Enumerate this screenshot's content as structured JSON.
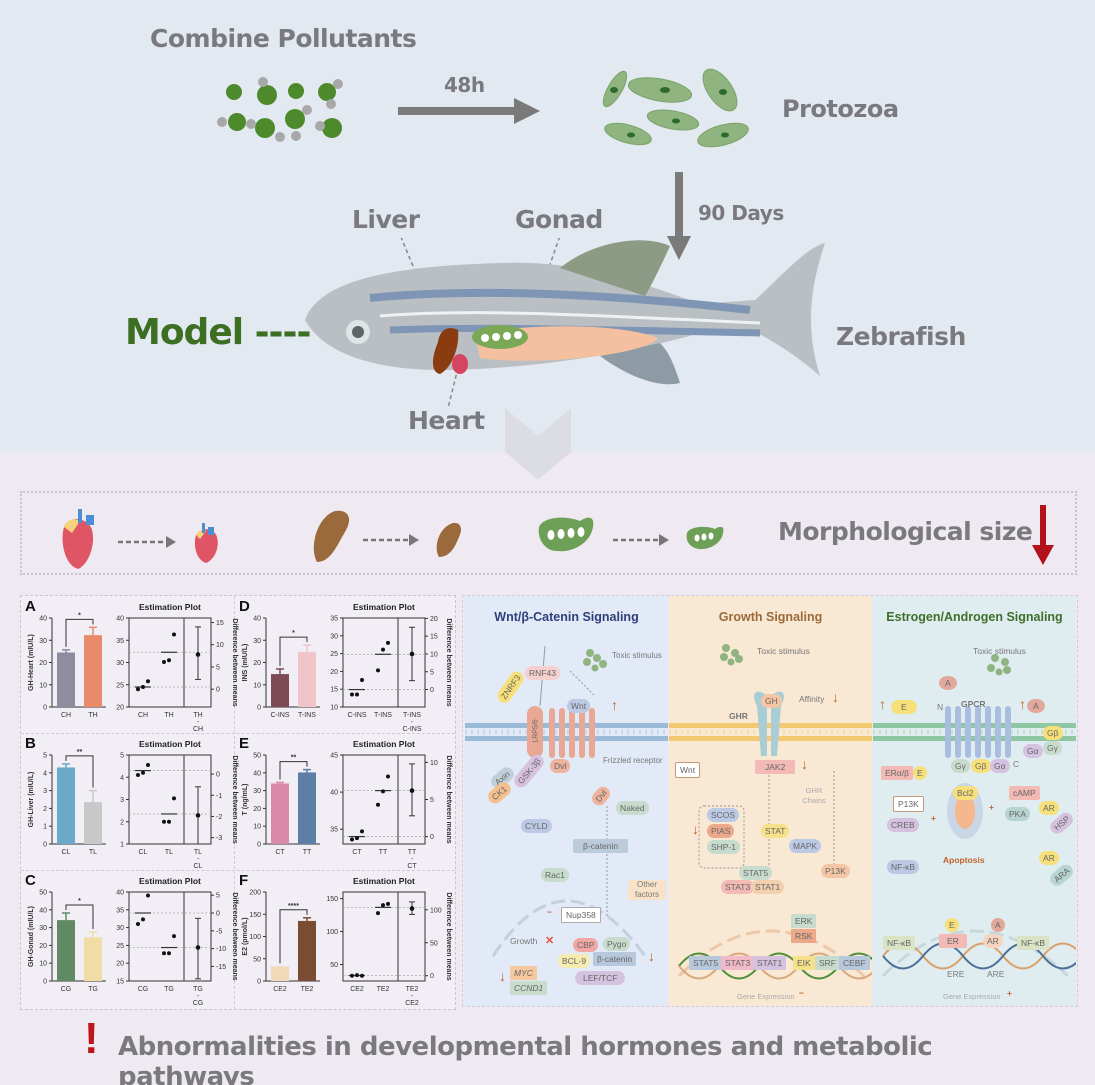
{
  "top": {
    "combine_label": "Combine Pollutants",
    "duration_1": "48h",
    "protozoa_label": "Protozoa",
    "duration_2": "90 Days",
    "model_label": "Model ----",
    "organism_label": "Zebrafish",
    "organ_labels": {
      "liver": "Liver",
      "gonad": "Gonad",
      "heart": "Heart"
    }
  },
  "morphology": {
    "label": "Morphological size",
    "organs": [
      "heart",
      "liver",
      "gonad"
    ],
    "trend": "down",
    "trend_color": "#b3121b"
  },
  "chart_data": [
    {
      "panel": "A",
      "type": "bar",
      "title": "",
      "ylabel": "GH-Heart (mIU/L)",
      "categories": [
        "CH",
        "TH"
      ],
      "values": [
        24.5,
        32.3
      ],
      "errors": [
        1.2,
        3.5
      ],
      "colors": [
        "#8f8ca0",
        "#e98a6a"
      ],
      "ylim": [
        0,
        40
      ],
      "yticks": [
        0,
        10,
        20,
        30,
        40
      ],
      "significance": "*",
      "estimation": {
        "title": "Estimation Plot",
        "ylim": [
          20,
          40
        ],
        "yticks": [
          20,
          25,
          30,
          35,
          40
        ],
        "groups": [
          {
            "name": "CH",
            "points": [
              24.0,
              24.5,
              25.8
            ],
            "mean": 24.5
          },
          {
            "name": "TH",
            "points": [
              30.1,
              30.5,
              36.3
            ],
            "mean": 32.3
          }
        ],
        "diff_label": "TH - CH",
        "diff_mean": 7.8,
        "diff_ci": [
          2.2,
          14.0
        ],
        "diff_ylim": [
          -4,
          16
        ],
        "diff_ticks": [
          0,
          5,
          10,
          15
        ],
        "diff_axis_label": "Difference between means"
      }
    },
    {
      "panel": "B",
      "type": "bar",
      "title": "",
      "ylabel": "GH-Liver (mIU/L)",
      "categories": [
        "CL",
        "TL"
      ],
      "values": [
        4.3,
        2.35
      ],
      "errors": [
        0.2,
        0.65
      ],
      "colors": [
        "#6aa9c8",
        "#c8c8c8"
      ],
      "ylim": [
        0,
        5
      ],
      "yticks": [
        0,
        1,
        2,
        3,
        4,
        5
      ],
      "significance": "**",
      "estimation": {
        "title": "Estimation Plot",
        "ylim": [
          1,
          5
        ],
        "yticks": [
          1,
          2,
          3,
          4,
          5
        ],
        "groups": [
          {
            "name": "CL",
            "points": [
              4.1,
              4.2,
              4.55
            ],
            "mean": 4.3
          },
          {
            "name": "TL",
            "points": [
              2.0,
              2.0,
              3.05
            ],
            "mean": 2.35
          }
        ],
        "diff_label": "TL - CL",
        "diff_mean": -1.95,
        "diff_ci": [
          -3.3,
          -0.6
        ],
        "diff_ylim": [
          -3.3,
          0.9
        ],
        "diff_ticks": [
          0,
          -1,
          -2,
          -3
        ],
        "diff_axis_label": "Difference between means"
      }
    },
    {
      "panel": "C",
      "type": "bar",
      "title": "",
      "ylabel": "GH-Gonad (mIU/L)",
      "categories": [
        "CG",
        "TG"
      ],
      "values": [
        34.2,
        24.5
      ],
      "errors": [
        4.0,
        3.0
      ],
      "colors": [
        "#5f8a62",
        "#f0dca7"
      ],
      "ylim": [
        0,
        50
      ],
      "yticks": [
        0,
        10,
        20,
        30,
        40,
        50
      ],
      "significance": "*",
      "estimation": {
        "title": "Estimation Plot",
        "ylim": [
          15,
          40
        ],
        "yticks": [
          15,
          20,
          25,
          30,
          35,
          40
        ],
        "groups": [
          {
            "name": "CG",
            "points": [
              31.0,
              32.3,
              39.0
            ],
            "mean": 34.1
          },
          {
            "name": "TG",
            "points": [
              22.8,
              22.8,
              27.6
            ],
            "mean": 24.4
          }
        ],
        "diff_label": "TG - CG",
        "diff_mean": -9.7,
        "diff_ci": [
          -18.5,
          -1.5
        ],
        "diff_ylim": [
          -19.1,
          5.9
        ],
        "diff_ticks": [
          5,
          0,
          -5,
          -10,
          -15
        ],
        "diff_axis_label": "Difference between means"
      }
    },
    {
      "panel": "D",
      "type": "bar",
      "title": "",
      "ylabel": "INS (mIU/L)",
      "categories": [
        "C-INS",
        "T-INS"
      ],
      "values": [
        14.8,
        24.8
      ],
      "errors": [
        2.3,
        3.0
      ],
      "colors": [
        "#7e4a55",
        "#f0c4c8"
      ],
      "ylim": [
        0,
        40
      ],
      "yticks": [
        0,
        10,
        20,
        30,
        40
      ],
      "significance": "*",
      "estimation": {
        "title": "Estimation Plot",
        "ylim": [
          10,
          35
        ],
        "yticks": [
          10,
          15,
          20,
          25,
          30,
          35
        ],
        "groups": [
          {
            "name": "C-INS",
            "points": [
              13.5,
              13.5,
              17.6
            ],
            "mean": 14.9
          },
          {
            "name": "T-INS",
            "points": [
              20.3,
              26.1,
              28.0
            ],
            "mean": 24.8
          }
        ],
        "diff_label": "T-INS - C-INS",
        "diff_mean": 10.0,
        "diff_ci": [
          2.5,
          17.5
        ],
        "diff_ylim": [
          -4.9,
          20.1
        ],
        "diff_ticks": [
          0,
          5,
          10,
          15,
          20
        ],
        "diff_axis_label": "Difference between means"
      }
    },
    {
      "panel": "E",
      "type": "bar",
      "title": "",
      "ylabel": "T (ng/mL)",
      "categories": [
        "CT",
        "TT"
      ],
      "values": [
        34.0,
        40.2
      ],
      "errors": [
        0.6,
        1.6
      ],
      "colors": [
        "#d98aa6",
        "#5d7fa6"
      ],
      "ylim": [
        0,
        50
      ],
      "yticks": [
        0,
        10,
        20,
        30,
        40,
        50
      ],
      "significance": "**",
      "estimation": {
        "title": "Estimation Plot",
        "ylim": [
          33,
          45
        ],
        "yticks": [
          35,
          40,
          45
        ],
        "groups": [
          {
            "name": "CT",
            "points": [
              33.6,
              33.8,
              34.7
            ],
            "mean": 34.0
          },
          {
            "name": "TT",
            "points": [
              38.3,
              40.1,
              42.1
            ],
            "mean": 40.2
          }
        ],
        "diff_label": "TT - CT",
        "diff_mean": 6.2,
        "diff_ci": [
          2.8,
          9.8
        ],
        "diff_ylim": [
          -1.0,
          11.0
        ],
        "diff_ticks": [
          0,
          5,
          10
        ],
        "diff_axis_label": "Difference between means"
      }
    },
    {
      "panel": "F",
      "type": "bar",
      "title": "",
      "ylabel": "E2 (pmol/L)",
      "categories": [
        "CE2",
        "TE2"
      ],
      "values": [
        33,
        135
      ],
      "errors": [
        0,
        7
      ],
      "colors": [
        "#f0d8b8",
        "#7a4c32"
      ],
      "ylim": [
        0,
        200
      ],
      "yticks": [
        0,
        50,
        100,
        150,
        200
      ],
      "significance": "****",
      "estimation": {
        "title": "Estimation Plot",
        "ylim": [
          25,
          160
        ],
        "yticks": [
          50,
          100,
          150
        ],
        "groups": [
          {
            "name": "CE2",
            "points": [
              33,
              34,
              33
            ],
            "mean": 33.3
          },
          {
            "name": "TE2",
            "points": [
              128,
              140,
              142
            ],
            "mean": 136.7
          }
        ],
        "diff_label": "TE2 - CE2",
        "diff_mean": 102,
        "diff_ci": [
          93,
          112
        ],
        "diff_ylim": [
          -8,
          127
        ],
        "diff_ticks": [
          0,
          50,
          100
        ],
        "diff_axis_label": "Difference between means"
      }
    }
  ],
  "pathways": {
    "wnt": {
      "title": "Wnt/β-Catenin Signaling",
      "title_color": "#2f3f7a",
      "bg": "#e1eaf6",
      "toxic": "Toxic stimulus",
      "receptor": "Frizzled receptor",
      "nodes": {
        "znrf3": "ZNRF3",
        "rnf43": "RNF43",
        "wnt": "Wnt",
        "lrp": "LRP5/6",
        "dvl1": "Dvl",
        "dvl2": "Dvl",
        "axin": "Axin",
        "gsk": "GSK-3β",
        "ck1": "CK1",
        "naked": "Naked",
        "cyld": "CYLD",
        "bcat": "β-catenin",
        "rac1": "Rac1",
        "other": "Other factors",
        "nup": "Nup358",
        "cbp": "CBP",
        "pygo": "Pygo",
        "bcl9": "BCL-9",
        "bcat2": "β-catenin",
        "lef": "LEF/TCF",
        "myc": "MYC",
        "ccnd1": "CCND1",
        "growth": "Growth"
      }
    },
    "growth": {
      "title": "Growth Signaling",
      "title_color": "#9a6a3c",
      "bg": "#f8e8d4",
      "toxic": "Toxic stimulus",
      "nodes": {
        "gh": "GH",
        "affinity": "Affinity",
        "ghr": "GHR",
        "wnt": "Wnt",
        "jak2": "JAK2",
        "ghr_chains": "GHR Chains",
        "scos": "SCOS",
        "pias": "PIAS",
        "shp1": "SHP-1",
        "stat": "STAT",
        "mapk": "MAPK",
        "pi3k": "P13K",
        "stat5": "STAT5",
        "stat3": "STAT3",
        "stat1": "STAT1",
        "erk": "ERK",
        "rsk": "RSK",
        "g_stat5": "STAT5",
        "g_stat3": "STAT3",
        "g_stat1": "STAT1",
        "elk": "EIK",
        "srf": "SRF",
        "cebf": "CEBF",
        "gene_expr": "Gene Expression"
      }
    },
    "estrogen": {
      "title": "Estrogen/Androgen Signaling",
      "title_color": "#3f6f2a",
      "bg": "#e0edf0",
      "toxic": "Toxic stimulus",
      "nodes": {
        "a1": "A",
        "e": "E",
        "n": "N",
        "gpcr": "GPCR",
        "a2": "A",
        "gb": "Gβ",
        "gy": "Gγ",
        "ga": "Gα",
        "era": "ERα/β",
        "e2": "E",
        "gy2": "Gγ",
        "gb2": "Gβ",
        "ga2": "Gα",
        "c": "C",
        "pi3k": "P13K",
        "bcl2": "Bcl2",
        "camp": "cAMP",
        "ar1": "AR",
        "hsp": "HSP",
        "creb": "CREB",
        "pka": "PKA",
        "apoptosis": "Apoptosis",
        "ar2": "AR",
        "ara": "ARA",
        "nfkb1": "NF-κB",
        "nfkb2": "NF-κB",
        "e3": "E",
        "er": "ER",
        "a3": "A",
        "ar3": "AR",
        "nfkb3": "NF-κB",
        "ere": "ERE",
        "are": "ARE",
        "gene_expr": "Gene Expression"
      }
    }
  },
  "conclusion": {
    "text": "Abnormalities in developmental hormones and metabolic pathways",
    "icon": "exclamation-icon",
    "icon_color": "#c0141c"
  }
}
